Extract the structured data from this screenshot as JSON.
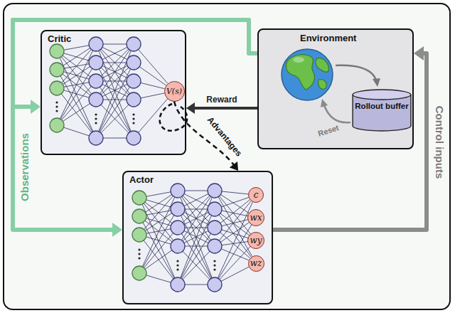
{
  "diagram": {
    "nodes": [
      {
        "text": [
          "Critic"
        ]
      },
      {
        "text": [
          "V(s)"
        ],
        "in": 0
      },
      {
        "text": [
          "Environment"
        ]
      },
      {
        "text": [
          "Rollout buffer"
        ],
        "in": 2
      },
      {
        "text": [
          "Actor"
        ]
      },
      {
        "text": [
          "c"
        ],
        "in": 4
      },
      {
        "text": [
          "wx"
        ],
        "in": 4
      },
      {
        "text": [
          "wy"
        ],
        "in": 4
      },
      {
        "text": [
          "wz"
        ],
        "in": 4
      }
    ],
    "edges": [
      {
        "from": 2,
        "to": 0,
        "label": "Reward",
        "arrow": "to"
      },
      {
        "from": 1,
        "to": 4,
        "label": "Advantages",
        "arrow": "to"
      },
      {
        "from": 2,
        "to": 0,
        "label": "Observations",
        "arrow": "to"
      },
      {
        "from": 2,
        "to": 4,
        "arrow": "to"
      },
      {
        "from": 4,
        "to": 2,
        "label": "Control inputs",
        "arrow": "to"
      }
    ],
    "labels": [
      "Reset"
    ]
  }
}
